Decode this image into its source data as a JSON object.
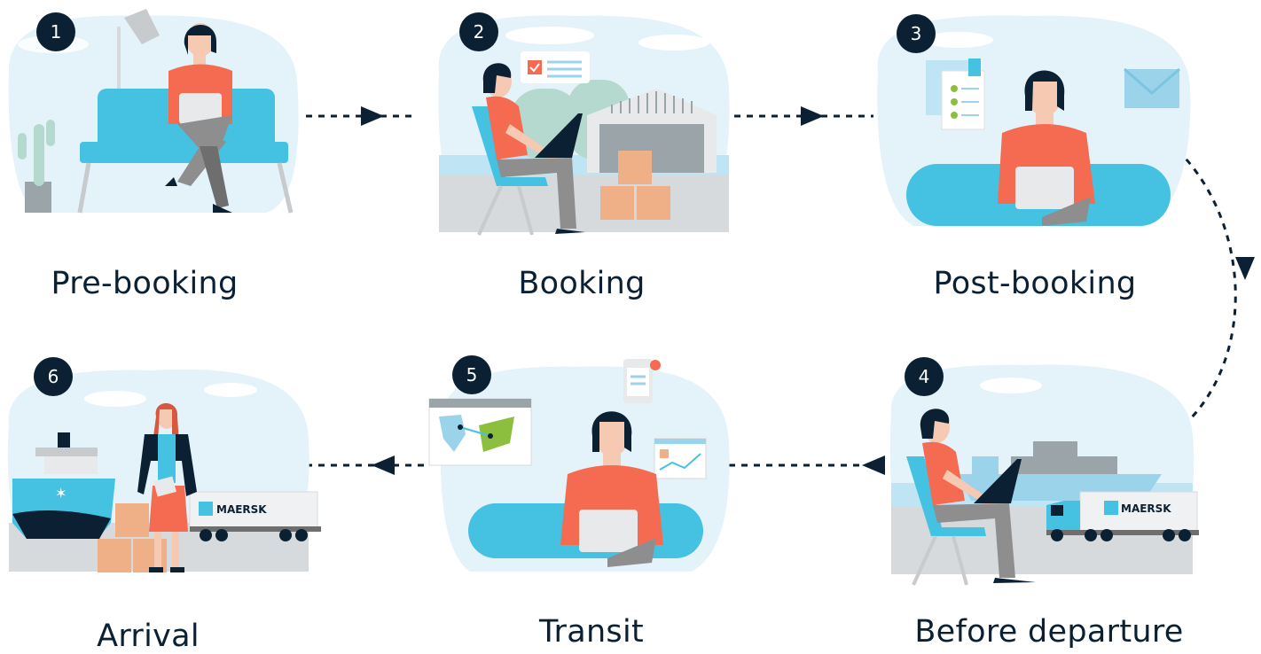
{
  "steps": [
    {
      "number": "1",
      "label": "Pre-booking"
    },
    {
      "number": "2",
      "label": "Booking"
    },
    {
      "number": "3",
      "label": "Post-booking"
    },
    {
      "number": "4",
      "label": "Before departure"
    },
    {
      "number": "5",
      "label": "Transit"
    },
    {
      "number": "6",
      "label": "Arrival"
    }
  ],
  "trucks": {
    "brand_text": "MAERSK"
  },
  "colors": {
    "navy": "#0b2133",
    "blob": "#e4f2f9",
    "cyan": "#45c1e2",
    "skin": "#f6c9b3",
    "shirt": "#f56b51",
    "grey": "#d7dadc",
    "box": "#efb088"
  }
}
